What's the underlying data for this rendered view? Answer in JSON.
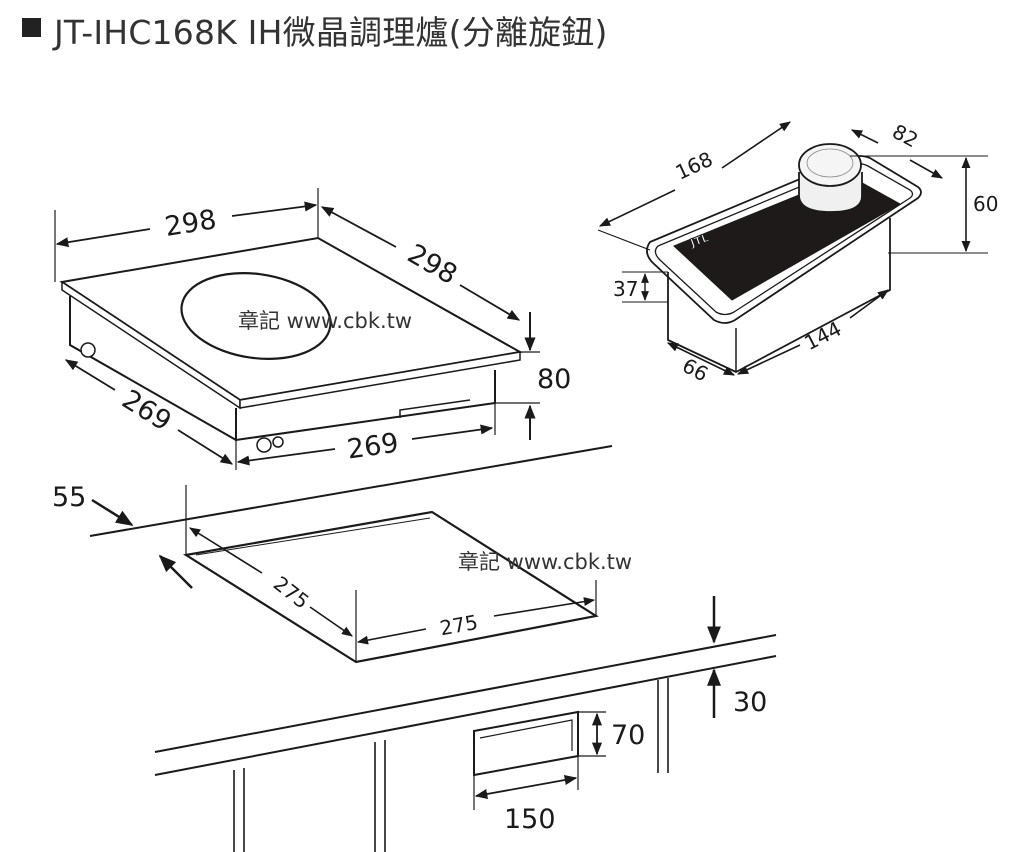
{
  "header": {
    "title": "JT-IHC168K IH微晶調理爐(分離旋鈕)"
  },
  "watermark": "章記 www.cbk.tw",
  "knob_logo": "JTL",
  "dimensions": {
    "top_width": "298",
    "top_depth": "298",
    "body_depth": "269",
    "body_width": "269",
    "height": "80",
    "edge_margin": "55",
    "cutout_depth": "275",
    "cutout_width": "275",
    "counter_thickness": "30",
    "knob_cutout_height": "70",
    "knob_cutout_width": "150",
    "knob_length": "168",
    "knob_width": "82",
    "knob_height": "60",
    "knob_flange": "37",
    "knob_body_width": "66",
    "knob_body_length": "144"
  },
  "colors": {
    "line": "#1a1a1a",
    "panel": "#1f1a1a",
    "knob_fill": "#f0f0f0"
  }
}
